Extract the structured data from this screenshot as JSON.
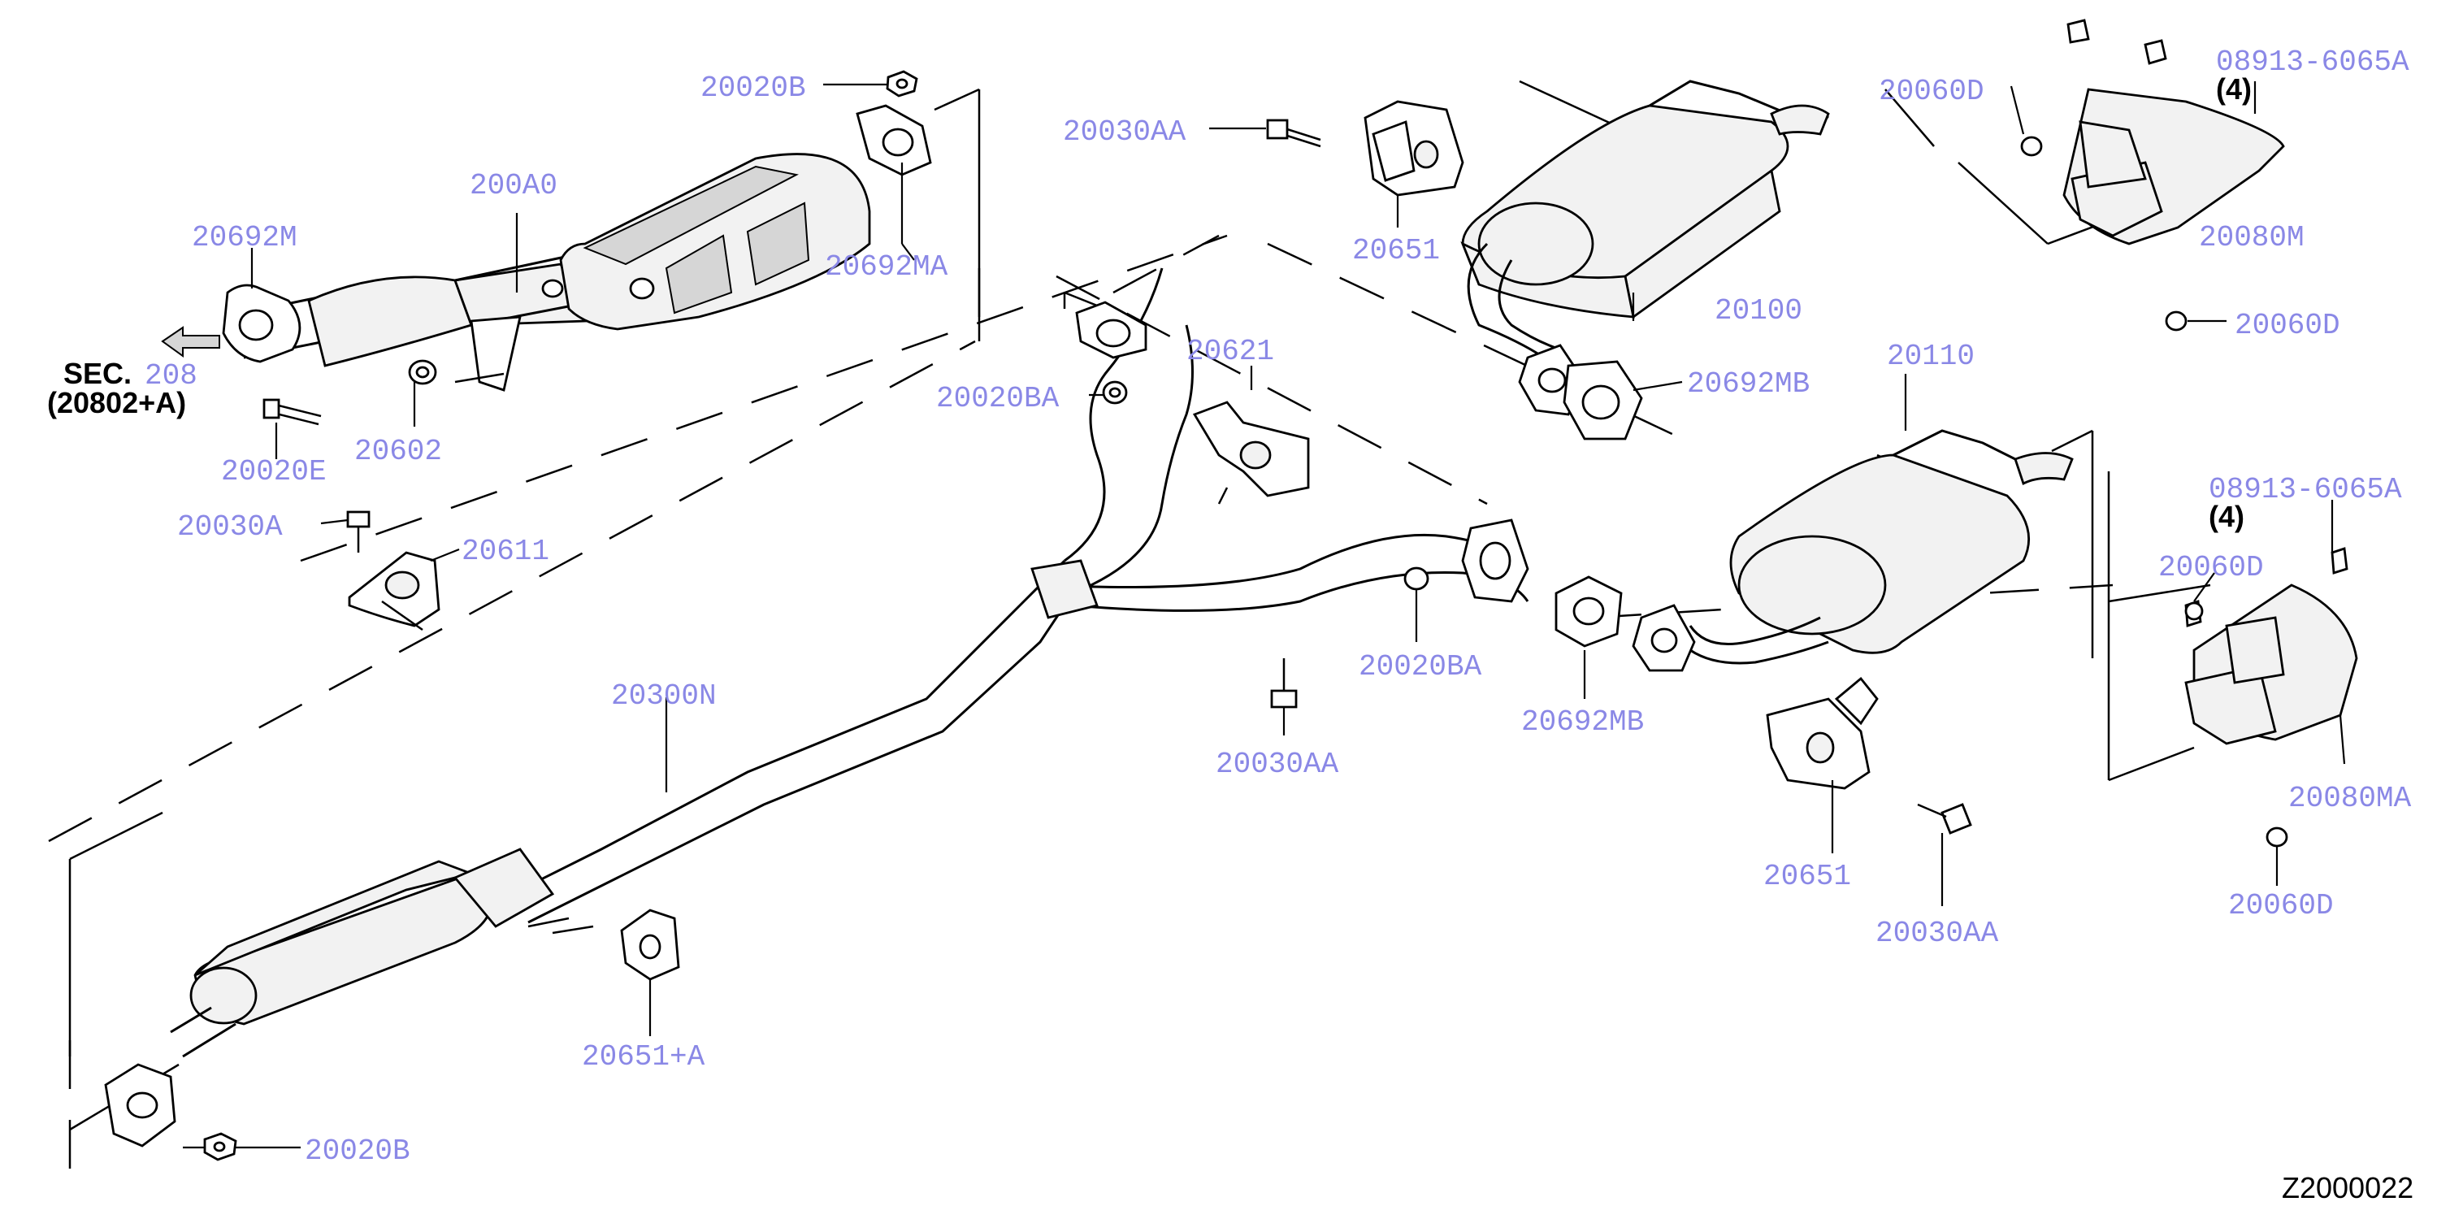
{
  "diagram": {
    "code": "Z2000022",
    "section_ref": {
      "prefix": "SEC.",
      "number": "208",
      "sub": "(20802+A)"
    },
    "labels": {
      "p20020B_top": "20020B",
      "p200A0": "200A0",
      "p20692M": "20692M",
      "p20692MA": "20692MA",
      "p20020E": "20020E",
      "p20602": "20602",
      "p20030A": "20030A",
      "p20611": "20611",
      "p20030AA_top": "20030AA",
      "p20651_top": "20651",
      "p20100": "20100",
      "p20692MB_top": "20692MB",
      "p20060D_top": "20060D",
      "p08913_top": "08913-6065A",
      "qty_top": "(4)",
      "p20080M": "20080M",
      "p20060D_mid": "20060D",
      "p20020BA_top": "20020BA",
      "p20621": "20621",
      "p20110": "20110",
      "p08913_right": "08913-6065A",
      "qty_right": "(4)",
      "p20060D_right": "20060D",
      "p20020BA_mid": "20020BA",
      "p20692MB_low": "20692MB",
      "p20030AA_mid": "20030AA",
      "p20300N": "20300N",
      "p20651_low": "20651",
      "p20030AA_low": "20030AA",
      "p20080MA": "20080MA",
      "p20060D_low": "20060D",
      "p20651A": "20651+A",
      "p20020B_low": "20020B"
    }
  }
}
